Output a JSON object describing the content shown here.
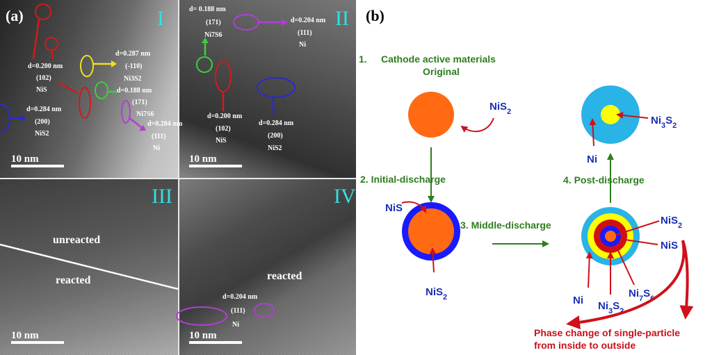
{
  "panel_a": {
    "label": "(a)",
    "quadrants": {
      "I": {
        "roman": "I",
        "scale_bar": "10  nm",
        "annotations": [
          {
            "d": "d=0.200 nm",
            "hkl": "(102)",
            "phase": "NiS"
          },
          {
            "d": "d=0.287 nm",
            "hkl": "(-110)",
            "phase": "Ni3S2"
          },
          {
            "d": "d=0.188 nm",
            "hkl": "(171)",
            "phase": "Ni7S6"
          },
          {
            "d": "d=0.284 nm",
            "hkl": "(200)",
            "phase": "NiS2"
          },
          {
            "d": "d=0.204 nm",
            "hkl": "(111)",
            "phase": "Ni"
          }
        ]
      },
      "II": {
        "roman": "II",
        "scale_bar": "10 nm",
        "annotations": [
          {
            "d": "d= 0.188 nm",
            "hkl": "(171)",
            "phase": "Ni7S6"
          },
          {
            "d": "d=0.204 nm",
            "hkl": "(111)",
            "phase": "Ni"
          },
          {
            "d": "d=0.200 nm",
            "hkl": "(102)",
            "phase": "NiS"
          },
          {
            "d": "d=0.284 nm",
            "hkl": "(200)",
            "phase": "NiS2"
          }
        ]
      },
      "III": {
        "roman": "III",
        "scale_bar": "10 nm",
        "region_top": "unreacted",
        "region_bottom": "reacted"
      },
      "IV": {
        "roman": "IV",
        "scale_bar": "10 nm",
        "region": "reacted",
        "annotations": [
          {
            "d": "d=0.204 nm",
            "hkl": "(111)",
            "phase": "Ni"
          }
        ]
      }
    }
  },
  "panel_b": {
    "label": "(b)",
    "steps": {
      "s1_num": "1.",
      "s1_line1": "Cathode active materials",
      "s1_line2": "Original",
      "s2": "2.     Initial-discharge",
      "s3": "3.    Middle-discharge",
      "s4": "4.  Post-discharge"
    },
    "chem_labels": {
      "nis2_original": "NiS2",
      "nis_initial": "NiS",
      "nis2_initial": "NiS2",
      "ni_post": "Ni",
      "ni3s2_post": "Ni3S2",
      "nis2_middle": "NiS2",
      "nis_middle": "NiS",
      "ni7s6_middle": "Ni7S6",
      "ni3s2_middle": "Ni3S2",
      "ni_middle": "Ni"
    },
    "phase_change": {
      "line1": "Phase change of single-particle",
      "line2": "from inside  to outside"
    },
    "colors": {
      "step_green": "#2e7d1e",
      "chem_blue": "#1a2fb5",
      "arrow_red": "#d0101a",
      "nis2_orange": "#ff6a13",
      "nis_blue": "#1a1aff",
      "ni3s2_yellow": "#ffff00",
      "ni_cyan": "#2ab3e6",
      "ni7s6_red": "#d01010"
    }
  }
}
